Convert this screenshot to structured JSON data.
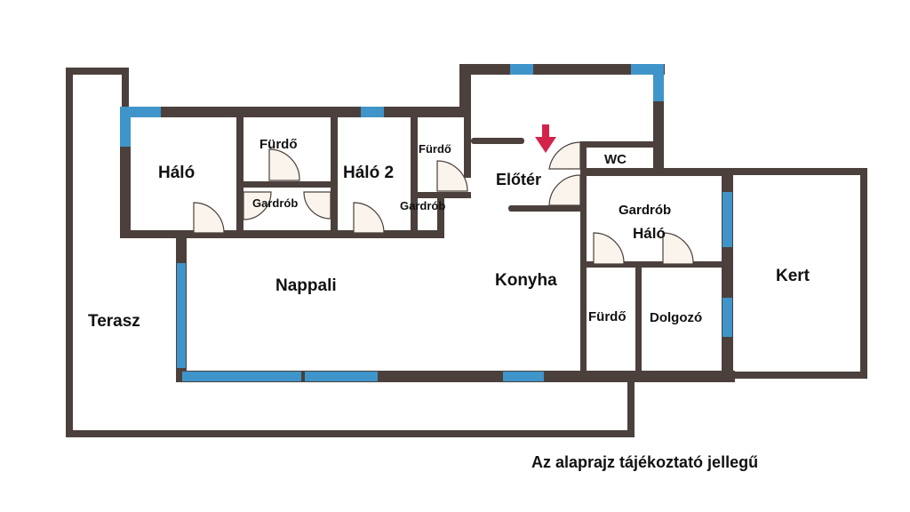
{
  "plan": {
    "rooms": {
      "halo": "Háló",
      "furdo1": "Fürdő",
      "gardrob1": "Gardrób",
      "halo2": "Háló 2",
      "furdo2": "Fürdő",
      "gardrob2": "Gardrób",
      "eloter": "Előtér",
      "wc": "WC",
      "gardrob3": "Gardrób",
      "halo3": "Háló",
      "nappali": "Nappali",
      "konyha": "Konyha",
      "furdo3": "Fürdő",
      "dolgozo": "Dolgozó",
      "terasz": "Terasz",
      "kert": "Kert"
    },
    "disclaimer": "Az alaprajz tájékoztató jellegű"
  },
  "colors": {
    "wall": "#4b403c",
    "window": "#3f95c9",
    "entrance_arrow": "#d3234a"
  }
}
